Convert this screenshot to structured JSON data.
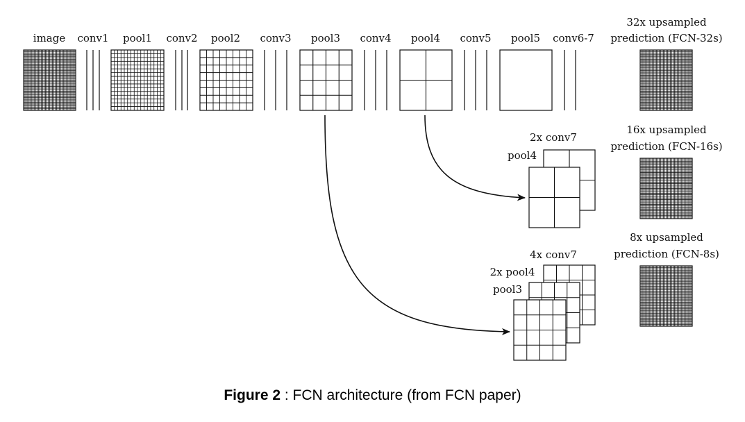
{
  "pipeline_labels": {
    "image": "image",
    "conv1": "conv1",
    "pool1": "pool1",
    "conv2": "conv2",
    "pool2": "pool2",
    "conv3": "conv3",
    "pool3": "pool3",
    "conv4": "conv4",
    "pool4": "pool4",
    "conv5": "conv5",
    "pool5": "pool5",
    "conv67": "conv6-7"
  },
  "predictions": {
    "fcn32": {
      "line1": "32x upsampled",
      "line2": "prediction (FCN-32s)"
    },
    "fcn16": {
      "line1": "16x upsampled",
      "line2": "prediction (FCN-16s)"
    },
    "fcn8": {
      "line1": "8x upsampled",
      "line2": "prediction (FCN-8s)"
    }
  },
  "fusion16": {
    "conv7": "2x conv7",
    "pool4": "pool4"
  },
  "fusion8": {
    "conv7": "4x conv7",
    "pool4": "2x pool4",
    "pool3": "pool3"
  },
  "caption": {
    "bold": "Figure 2",
    "rest": " : FCN architecture (from FCN paper)"
  },
  "colors": {
    "line": "#111111",
    "background": "#ffffff"
  }
}
